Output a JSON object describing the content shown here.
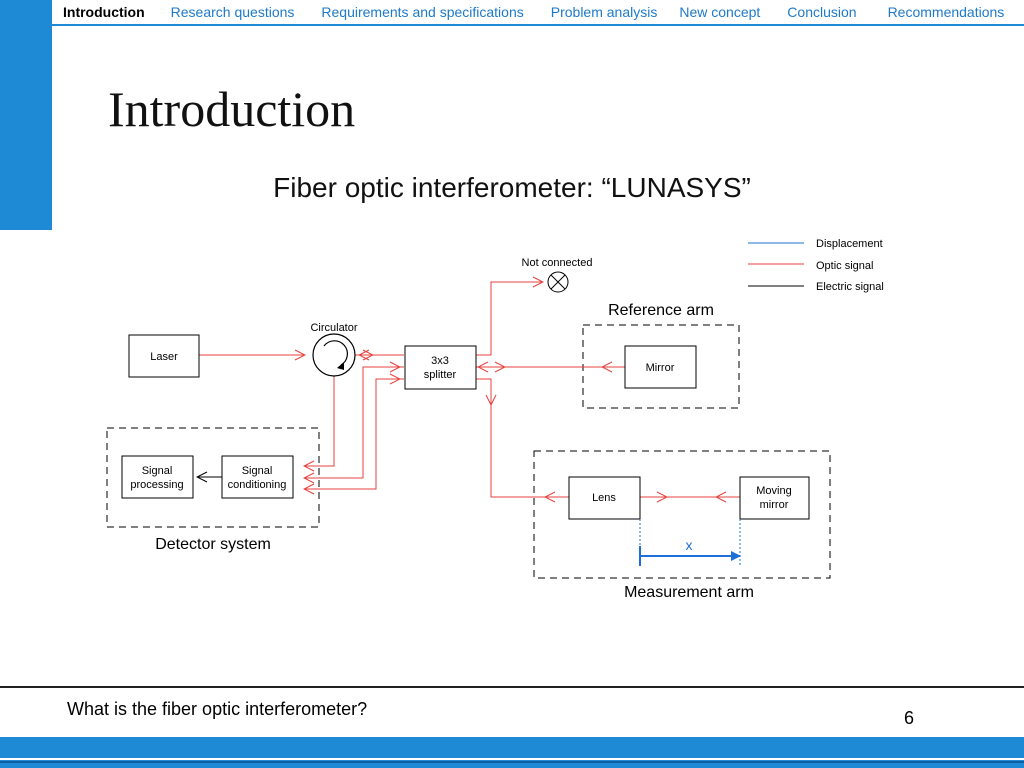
{
  "nav": {
    "items": [
      "Introduction",
      "Research questions",
      "Requirements and specifications",
      "Problem analysis",
      "New concept",
      "Conclusion",
      "Recommendations"
    ],
    "active": "Introduction"
  },
  "slide": {
    "title": "Introduction",
    "subtitle": "Fiber optic interferometer: “LUNASYS”"
  },
  "diagram": {
    "legend": {
      "displacement": "Displacement",
      "optic": "Optic signal",
      "electric": "Electric signal"
    },
    "labels": {
      "not_connected": "Not connected",
      "circulator": "Circulator",
      "reference_arm": "Reference arm",
      "detector_system": "Detector system",
      "measurement_arm": "Measurement arm",
      "x": "x"
    },
    "boxes": {
      "laser": "Laser",
      "splitter_1": "3x3",
      "splitter_2": "splitter",
      "mirror": "Mirror",
      "signal_processing_1": "Signal",
      "signal_processing_2": "processing",
      "signal_conditioning_1": "Signal",
      "signal_conditioning_2": "conditioning",
      "lens": "Lens",
      "moving_mirror_1": "Moving",
      "moving_mirror_2": "mirror"
    },
    "colors": {
      "optic": "#e8403c",
      "electric": "#000000",
      "displacement": "#1e6fd6",
      "accent": "#1e8ad6"
    }
  },
  "footer": {
    "question": "What is the fiber optic interferometer?",
    "page": "6"
  }
}
